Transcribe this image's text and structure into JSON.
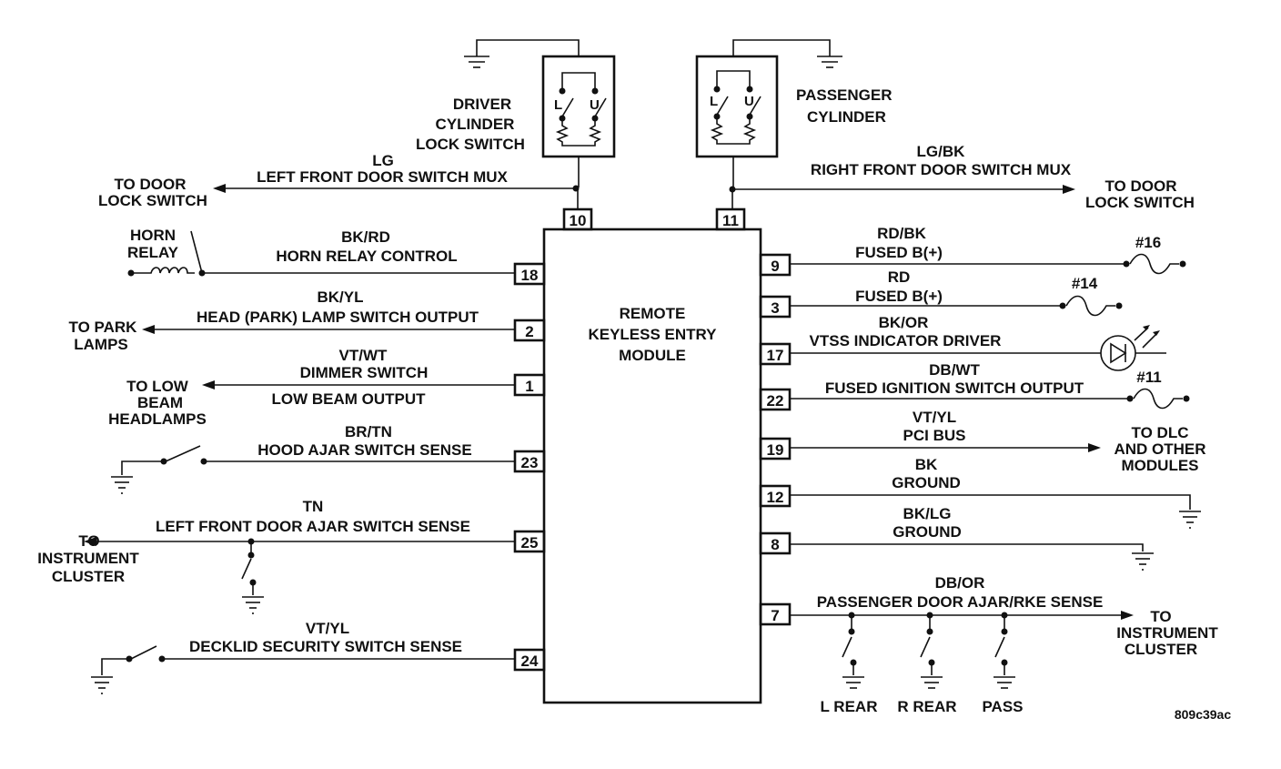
{
  "module": {
    "line1": "REMOTE",
    "line2": "KEYLESS ENTRY",
    "line3": "MODULE"
  },
  "driver_switch": {
    "line1": "DRIVER",
    "line2": "CYLINDER",
    "line3": "LOCK SWITCH",
    "l": "L",
    "u": "U"
  },
  "passenger_switch": {
    "line1": "PASSENGER",
    "line2": "CYLINDER",
    "l": "L",
    "u": "U"
  },
  "top_pins": {
    "left": "10",
    "right": "11"
  },
  "top_circuits": {
    "left": {
      "color": "LG",
      "name": "LEFT FRONT DOOR SWITCH MUX",
      "dest1": "TO DOOR",
      "dest2": "LOCK SWITCH"
    },
    "right": {
      "color": "LG/BK",
      "name": "RIGHT FRONT DOOR SWITCH MUX",
      "dest1": "TO DOOR",
      "dest2": "LOCK SWITCH"
    }
  },
  "left_circuits": [
    {
      "pin": "18",
      "color": "BK/RD",
      "name": "HORN RELAY CONTROL",
      "dest1": "HORN",
      "dest2": "RELAY"
    },
    {
      "pin": "2",
      "color": "BK/YL",
      "name": "HEAD (PARK) LAMP SWITCH OUTPUT",
      "dest1": "TO PARK",
      "dest2": "LAMPS"
    },
    {
      "pin": "1",
      "color": "VT/WT",
      "name": "DIMMER SWITCH",
      "name2": "LOW BEAM OUTPUT",
      "dest1": "TO LOW",
      "dest2": "BEAM",
      "dest3": "HEADLAMPS"
    },
    {
      "pin": "23",
      "color": "BR/TN",
      "name": "HOOD AJAR SWITCH SENSE"
    },
    {
      "pin": "25",
      "color": "TN",
      "name": "LEFT FRONT DOOR AJAR SWITCH SENSE",
      "dest1": "TO",
      "dest2": "INSTRUMENT",
      "dest3": "CLUSTER"
    },
    {
      "pin": "24",
      "color": "VT/YL",
      "name": "DECKLID SECURITY SWITCH SENSE"
    }
  ],
  "right_circuits": [
    {
      "pin": "9",
      "color": "RD/BK",
      "name": "FUSED B(+)",
      "fuse": "#16"
    },
    {
      "pin": "3",
      "color": "RD",
      "name": "FUSED B(+)",
      "fuse": "#14"
    },
    {
      "pin": "17",
      "color": "BK/OR",
      "name": "VTSS INDICATOR DRIVER"
    },
    {
      "pin": "22",
      "color": "DB/WT",
      "name": "FUSED IGNITION SWITCH OUTPUT",
      "fuse": "#11"
    },
    {
      "pin": "19",
      "color": "VT/YL",
      "name": "PCI BUS",
      "dest1": "TO DLC",
      "dest2": "AND OTHER",
      "dest3": "MODULES"
    },
    {
      "pin": "12",
      "color": "BK",
      "name": "GROUND"
    },
    {
      "pin": "8",
      "color": "BK/LG",
      "name": "GROUND"
    },
    {
      "pin": "7",
      "color": "DB/OR",
      "name": "PASSENGER DOOR AJAR/RKE SENSE",
      "dest1": "TO",
      "dest2": "INSTRUMENT",
      "dest3": "CLUSTER"
    }
  ],
  "rear_switches": {
    "left": "L REAR",
    "right": "R REAR",
    "pass": "PASS"
  },
  "figure_id": "809c39ac"
}
